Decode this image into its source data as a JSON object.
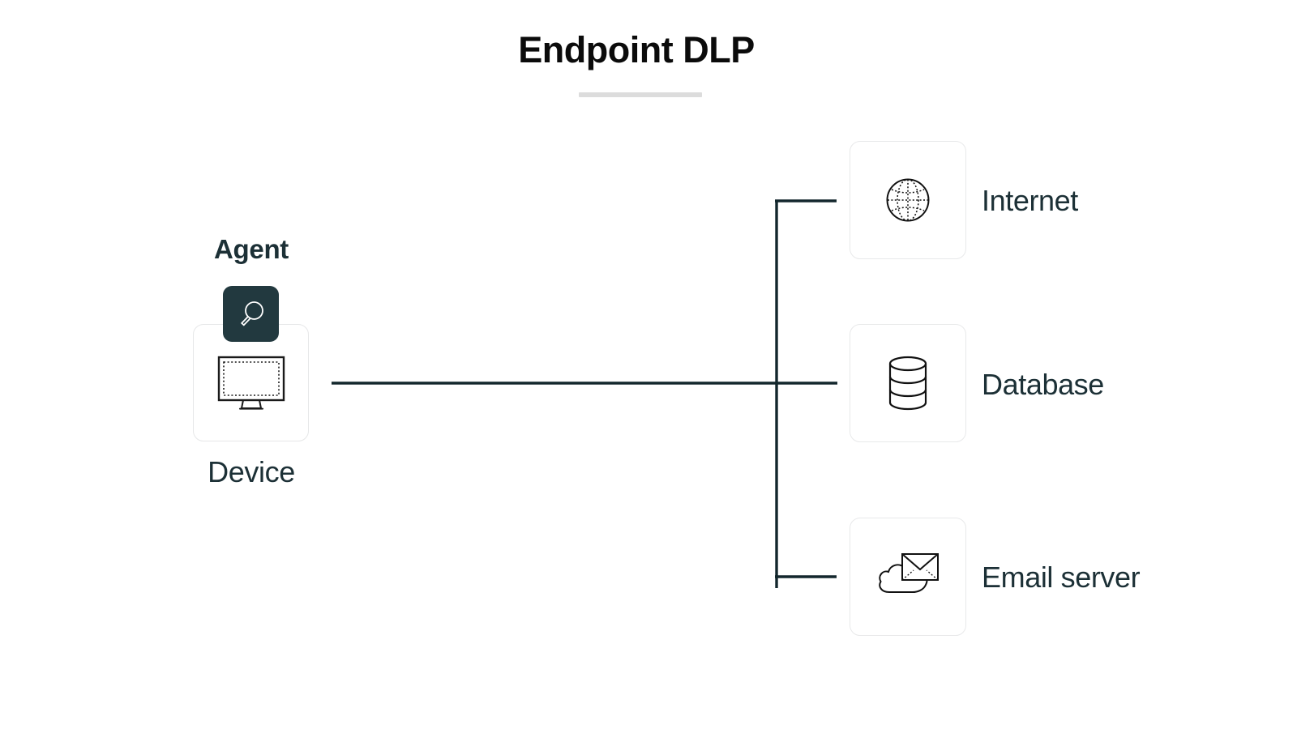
{
  "page": {
    "title": "Endpoint DLP",
    "background": "#ffffff"
  },
  "colors": {
    "title_text": "#0b0b0b",
    "underline_bar": "#dcdcdc",
    "label_text": "#1c3036",
    "agent_badge_bg": "#22393f",
    "agent_badge_icon": "#ffffff",
    "card_border": "#e7e8e9",
    "connector_line": "#13272d",
    "icon_stroke": "#111111"
  },
  "diagram": {
    "type": "network-topology",
    "endpoint": {
      "agent_label": "Agent",
      "agent_icon": "magnifier-icon",
      "device_label": "Device",
      "device_icon": "monitor-icon"
    },
    "destinations": [
      {
        "id": "internet",
        "label": "Internet",
        "icon": "globe-icon"
      },
      {
        "id": "database",
        "label": "Database",
        "icon": "database-icon"
      },
      {
        "id": "email",
        "label": "Email server",
        "icon": "cloud-email-icon"
      }
    ],
    "connections": [
      {
        "from": "device",
        "to": "trunk"
      },
      {
        "from": "trunk",
        "to": "internet"
      },
      {
        "from": "trunk",
        "to": "database"
      },
      {
        "from": "trunk",
        "to": "email"
      }
    ]
  }
}
